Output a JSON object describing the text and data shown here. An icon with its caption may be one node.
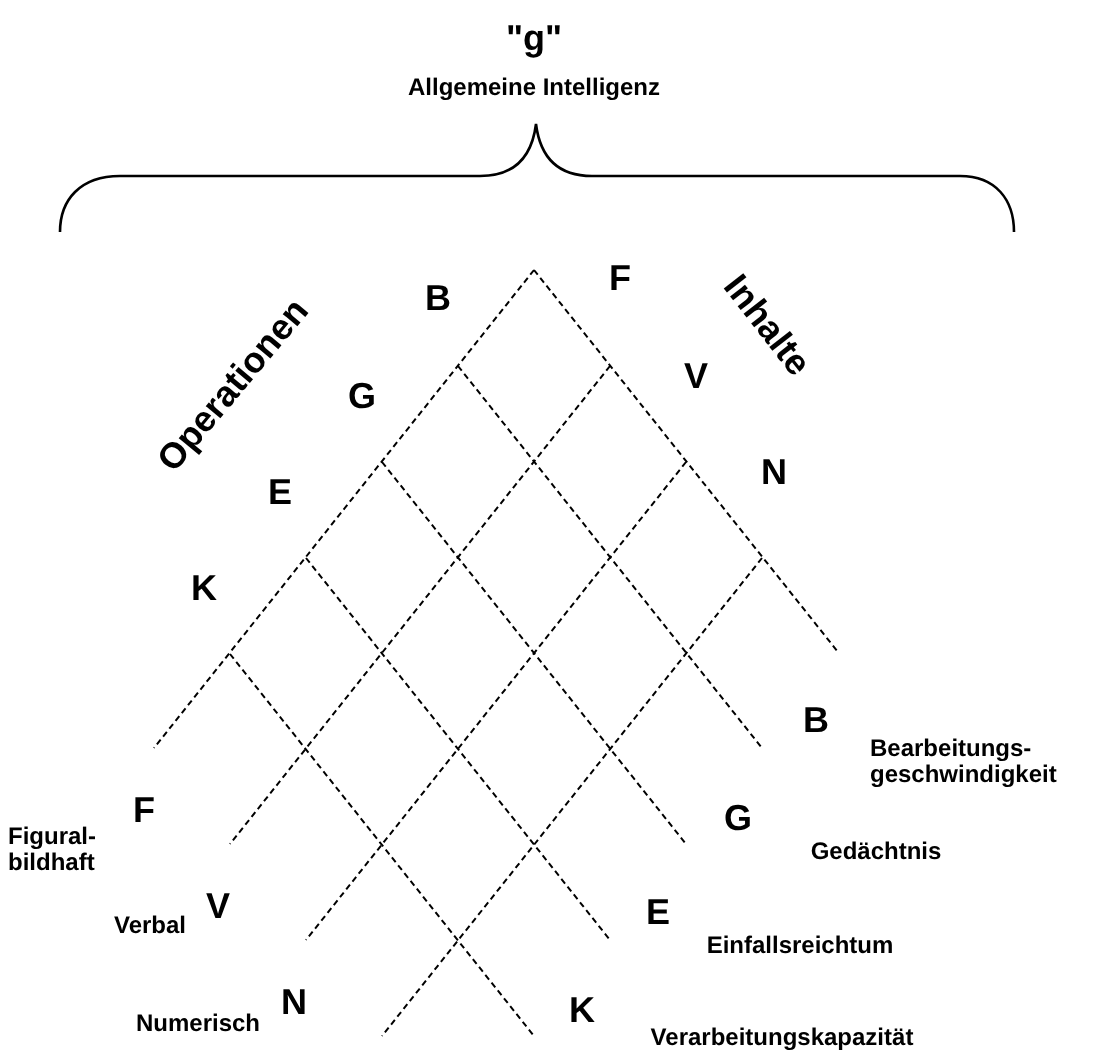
{
  "diagram": {
    "labels": [
      "\"g\"",
      "Allgemeine Intelligenz",
      "Operationen",
      "B",
      "F",
      "Inhalte",
      "G",
      "V",
      "E",
      "N",
      "K",
      "B",
      "Bearbeitungs- geschwindigkeit",
      "Figural- bildhaft",
      "F",
      "G",
      "Gedächtnis",
      "Verbal",
      "V",
      "E",
      "Einfallsreichtum",
      "Numerisch",
      "N",
      "K",
      "Verarbeitungskapazität"
    ]
  }
}
